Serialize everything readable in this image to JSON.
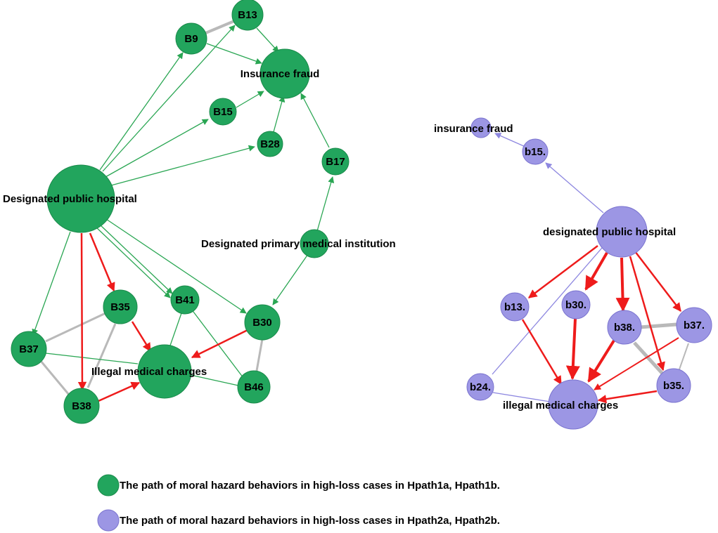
{
  "colors": {
    "green_node": "#22a55d",
    "green_stroke": "#1a8a4a",
    "purple_node": "#9c96e4",
    "purple_stroke": "#7a73cf",
    "red_edge": "#ee1b1b",
    "green_edge": "#2aa653",
    "purple_edge": "#8d87e0",
    "gray_edge": "#b9b9b9"
  },
  "networks": {
    "green": {
      "nodes": {
        "B13": "B13",
        "B9": "B9",
        "insurance_fraud": "Insurance fraud",
        "B15": "B15",
        "B28": "B28",
        "B17": "B17",
        "public_hospital": "Designated public hospital",
        "primary_institution": "Designated primary medical institution",
        "B41": "B41",
        "B35": "B35",
        "B30": "B30",
        "B37": "B37",
        "illegal_charges": "Illegal medical charges",
        "B46": "B46",
        "B38": "B38"
      }
    },
    "purple": {
      "nodes": {
        "insurance_fraud": "insurance fraud",
        "b15": "b15.",
        "public_hospital": "designated public hospital",
        "b13": "b13.",
        "b30": "b30.",
        "b38": "b38.",
        "b37": "b37.",
        "b24": "b24.",
        "b35": "b35.",
        "illegal_charges": "illegal medical charges"
      }
    }
  },
  "legend": [
    {
      "label": "The path of moral hazard behaviors in high-loss cases in Hpath1a, Hpath1b.",
      "color": "#22a55d"
    },
    {
      "label": "The path of moral hazard behaviors in high-loss cases in Hpath2a, Hpath2b.",
      "color": "#9c96e4"
    }
  ]
}
